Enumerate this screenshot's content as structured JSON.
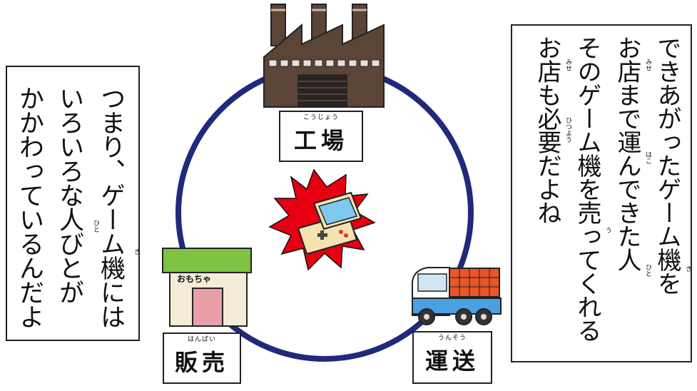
{
  "left_caption": {
    "lines": [
      "つまり、ゲーム機には",
      "いろいろな人びとが",
      "かかわっているんだよ"
    ],
    "furigana": [
      {
        "base": "機",
        "reading": "き"
      },
      {
        "base": "人",
        "reading": "ひと"
      }
    ]
  },
  "right_caption": {
    "lines": [
      "できあがったゲーム機を",
      "お店まで運んできた人",
      "そのゲーム機を売ってくれる",
      "お店も必要だよね"
    ],
    "furigana": [
      {
        "base": "機",
        "reading": "き"
      },
      {
        "base": "店",
        "reading": "みせ"
      },
      {
        "base": "運",
        "reading": "はこ"
      },
      {
        "base": "人",
        "reading": "ひと"
      },
      {
        "base": "売",
        "reading": "う"
      },
      {
        "base": "店",
        "reading": "みせ"
      },
      {
        "base": "必要",
        "reading": "ひつよう"
      }
    ]
  },
  "nodes": {
    "factory": {
      "label": "工場",
      "reading": "こうじょう",
      "icon": "factory-icon"
    },
    "transport": {
      "label": "運送",
      "reading": "うんそう",
      "icon": "truck-icon"
    },
    "sales": {
      "label": "販売",
      "reading": "はんばい",
      "icon": "toy-store-icon",
      "sign": "おもちゃ"
    }
  },
  "center": {
    "icon": "game-console-icon"
  },
  "colors": {
    "cycle": "#1f2a7a",
    "burst": "#e60012",
    "factory": "#5b4536",
    "store_roof": "#7dc243",
    "truck_cargo": "#e8562a",
    "truck_cab": "#cfe6f5"
  }
}
